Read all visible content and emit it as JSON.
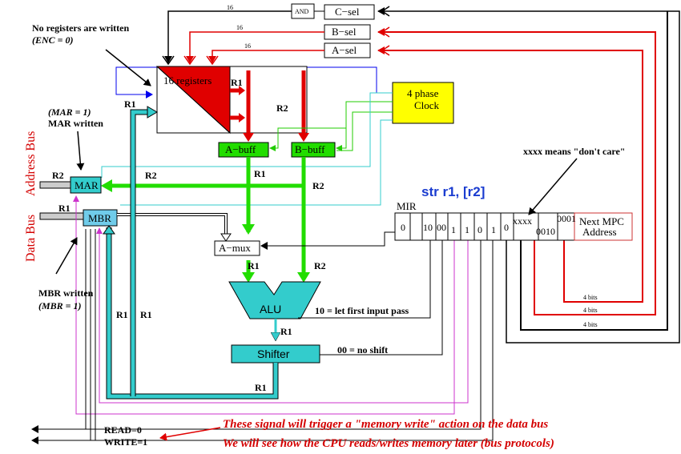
{
  "labels": {
    "no_registers_written": "No registers are written",
    "enc_zero": "(ENC = 0)",
    "mar_one": "(MAR = 1)",
    "mar_written": "MAR written",
    "mbr_written": "MBR written",
    "mbr_one": "(MBR = 1)",
    "address_bus": "Address Bus",
    "data_bus": "Data Bus",
    "instruction": "str r1, [r2]",
    "dont_care": "xxxx means \"don't care\"",
    "mir": "MIR",
    "next_mpc": "Next MPC",
    "address": "Address",
    "alu_note": "10 = let first input pass",
    "shift_note": "00 = no shift",
    "read": "READ=0",
    "write": "WRITE=1",
    "memory_write_note": "These signal will trigger a \"memory write\" action on the data bus",
    "bus_protocol_note": "We will see how the CPU reads/writes memory later (bus protocols)"
  },
  "components": {
    "registers": "16 registers",
    "clock_line1": "4 phase",
    "clock_line2": "Clock",
    "a_buff": "A−buff",
    "b_buff": "B−buff",
    "mar": "MAR",
    "mbr": "MBR",
    "a_mux": "A−mux",
    "alu": "ALU",
    "shifter": "Shifter",
    "and_gate": "AND",
    "c_sel": "C−sel",
    "b_sel": "B−sel",
    "a_sel": "A−sel"
  },
  "wire_labels": {
    "width_16": "16",
    "r1": "R1",
    "r2": "R2",
    "four_bits": "4 bits"
  },
  "mir_fields": [
    "0",
    "",
    "10",
    "00",
    "1",
    "1",
    "0",
    "1",
    "0",
    "",
    "xxxx",
    "0010",
    "0001"
  ],
  "colors": {
    "red": "#e00000",
    "green": "#22dd00",
    "cyan": "#33cccc",
    "yellow": "#ffff00",
    "magenta": "#cc33cc",
    "blue": "#0000ee"
  }
}
